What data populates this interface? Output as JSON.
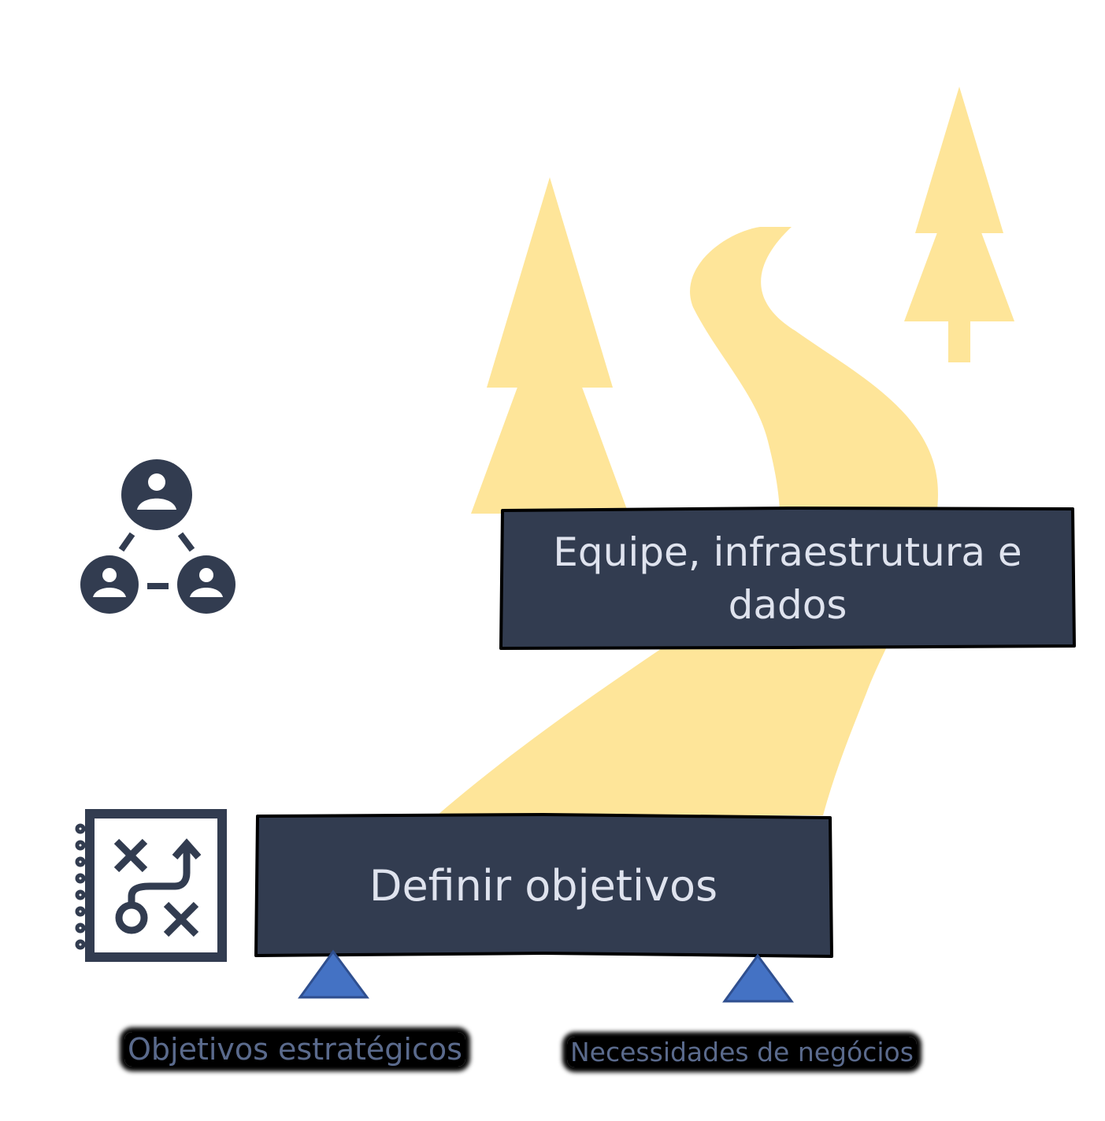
{
  "boxes": {
    "top": {
      "text": "Equipe, infraestrutura e dados"
    },
    "bottom": {
      "text": "Definir objetivos"
    }
  },
  "labels": {
    "left": "Objetivos estratégicos",
    "right": "Necessidades de negócios"
  },
  "icons": {
    "team": "team-network-icon",
    "strategy": "strategy-notebook-icon"
  },
  "colors": {
    "road": "#fee599",
    "box": "#323c50",
    "box_text": "#dfe3ee",
    "arrow": "#4472c4",
    "icon": "#323c50",
    "label_text": "#5a6a8c"
  }
}
